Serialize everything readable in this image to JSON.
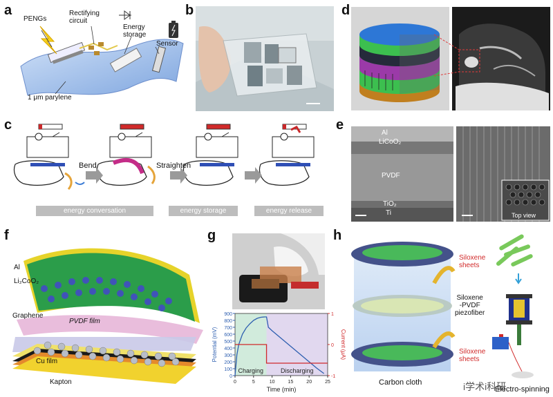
{
  "panels": {
    "a": {
      "letter": "a",
      "labels": {
        "pengs": "PENGs",
        "rectifying": "Rectifying\ncircuit",
        "energy_storage": "Energy\nstorage",
        "sensor": "Sensor",
        "parylene": "1 μm parylene"
      }
    },
    "b": {
      "letter": "b"
    },
    "c": {
      "letter": "c",
      "labels": {
        "bend": "Bend",
        "straighten": "Straighten",
        "stage1": "energy conversation",
        "stage2": "energy storage",
        "stage3": "energy release"
      }
    },
    "d": {
      "letter": "d"
    },
    "e": {
      "letter": "e",
      "labels": {
        "al": "Al",
        "licoo2": "LiCoO₂",
        "pvdf": "PVDF",
        "tio2": "TiO₂",
        "ti": "Ti",
        "topview": "Top view"
      }
    },
    "f": {
      "letter": "f",
      "labels": {
        "al": "Al",
        "licoo2": "Li₂CoO₂",
        "graphene": "Graphene",
        "pvdf": "PVDF film",
        "cu": "Cu film",
        "kapton": "Kapton"
      }
    },
    "g": {
      "letter": "g"
    },
    "h": {
      "letter": "h",
      "labels": {
        "siloxene_top": "Siloxene\nsheets",
        "piezo": "Siloxene\n-PVDF\npiezofiber",
        "siloxene_bot": "Siloxene\nsheets",
        "carbon_cloth": "Carbon cloth",
        "electrospinning": "Electro-spinning",
        "watermark": "i学术i科研"
      }
    }
  },
  "chart_data": {
    "type": "line",
    "xlabel": "Time (min)",
    "ylabel": "Potential (mV)",
    "y2label": "Current (μA)",
    "xlim": [
      0,
      25
    ],
    "ylim": [
      0,
      900
    ],
    "y2lim": [
      -1,
      1
    ],
    "xticks": [
      0,
      5,
      10,
      15,
      20,
      25
    ],
    "yticks": [
      0,
      100,
      200,
      300,
      400,
      500,
      600,
      700,
      800,
      900
    ],
    "y2ticks": [
      -1,
      0,
      1
    ],
    "regions": [
      {
        "name": "Charging",
        "x0": 0,
        "x1": 8.5,
        "color": "#7cc79a"
      },
      {
        "name": "Discharging",
        "x0": 8.5,
        "x1": 25,
        "color": "#a88fd0"
      }
    ],
    "series": [
      {
        "axis": "left",
        "color": "#2e5fb0",
        "x": [
          0,
          0.5,
          1,
          2,
          3,
          4,
          5,
          6,
          7,
          8,
          8.5,
          9,
          10,
          12,
          14,
          16,
          18,
          20,
          22,
          24
        ],
        "values": [
          0,
          300,
          450,
          600,
          690,
          750,
          800,
          830,
          845,
          850,
          850,
          700,
          650,
          560,
          470,
          380,
          290,
          200,
          110,
          30
        ]
      },
      {
        "axis": "right",
        "color": "#d0282a",
        "x": [
          0,
          8.5,
          8.5,
          25
        ],
        "values": [
          0,
          0,
          -0.6,
          -0.6
        ]
      }
    ]
  }
}
